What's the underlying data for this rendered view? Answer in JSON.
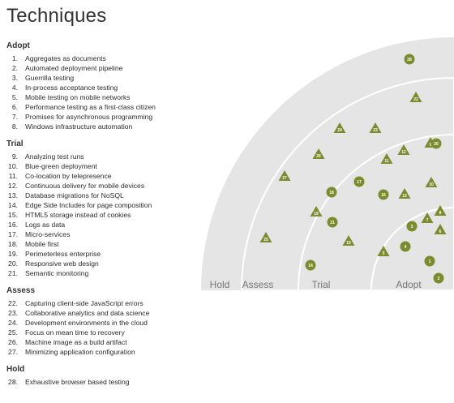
{
  "title": "Techniques",
  "colors": {
    "blip": "#7a8c2e",
    "ring_fill": "#e5e5e5",
    "ring_line": "#ffffff",
    "label": "#777777"
  },
  "sections": [
    {
      "name": "Adopt",
      "items": [
        {
          "num": "1.",
          "label": "Aggregates as documents"
        },
        {
          "num": "2.",
          "label": "Automated deployment pipeline"
        },
        {
          "num": "3.",
          "label": "Guerrilla testing"
        },
        {
          "num": "4.",
          "label": "In-process acceptance testing"
        },
        {
          "num": "5.",
          "label": "Mobile testing on mobile networks"
        },
        {
          "num": "6.",
          "label": "Performance testing as a first-class citizen"
        },
        {
          "num": "7.",
          "label": "Promises for asynchronous programming"
        },
        {
          "num": "8.",
          "label": "Windows infrastructure automation"
        }
      ]
    },
    {
      "name": "Trial",
      "items": [
        {
          "num": "9.",
          "label": "Analyzing test runs"
        },
        {
          "num": "10.",
          "label": "Blue-green deployment"
        },
        {
          "num": "11.",
          "label": "Co-location by telepresence"
        },
        {
          "num": "12.",
          "label": "Continuous delivery for mobile devices"
        },
        {
          "num": "13.",
          "label": "Database migrations for NoSQL"
        },
        {
          "num": "14.",
          "label": "Edge Side Includes for page composition"
        },
        {
          "num": "15.",
          "label": "HTML5 storage instead of cookies"
        },
        {
          "num": "16.",
          "label": "Logs as data"
        },
        {
          "num": "17.",
          "label": "Micro-services"
        },
        {
          "num": "18.",
          "label": "Mobile first"
        },
        {
          "num": "19.",
          "label": "Perimeterless enterprise"
        },
        {
          "num": "20.",
          "label": "Responsive web design"
        },
        {
          "num": "21.",
          "label": "Semantic monitoring"
        }
      ]
    },
    {
      "name": "Assess",
      "items": [
        {
          "num": "22.",
          "label": "Capturing client-side JavaScript errors"
        },
        {
          "num": "23.",
          "label": "Collaborative analytics and data science"
        },
        {
          "num": "24.",
          "label": "Development environments in the cloud"
        },
        {
          "num": "25.",
          "label": "Focus on mean time to recovery"
        },
        {
          "num": "26.",
          "label": "Machine image as a build artifact"
        },
        {
          "num": "27.",
          "label": "Minimizing application configuration"
        }
      ]
    },
    {
      "name": "Hold",
      "items": [
        {
          "num": "28.",
          "label": "Exhaustive browser based testing"
        }
      ]
    }
  ],
  "ring_labels": [
    "Hold",
    "Assess",
    "Trial",
    "Adopt"
  ],
  "blips": [
    {
      "id": "1",
      "shape": "circle"
    },
    {
      "id": "2",
      "shape": "circle"
    },
    {
      "id": "3",
      "shape": "circle"
    },
    {
      "id": "4",
      "shape": "circle"
    },
    {
      "id": "5",
      "shape": "triangle"
    },
    {
      "id": "6",
      "shape": "triangle"
    },
    {
      "id": "7",
      "shape": "triangle"
    },
    {
      "id": "8",
      "shape": "triangle"
    },
    {
      "id": "9",
      "shape": "triangle"
    },
    {
      "id": "10",
      "shape": "triangle"
    },
    {
      "id": "11",
      "shape": "triangle"
    },
    {
      "id": "12",
      "shape": "triangle"
    },
    {
      "id": "13",
      "shape": "triangle"
    },
    {
      "id": "14",
      "shape": "circle"
    },
    {
      "id": "15",
      "shape": "triangle"
    },
    {
      "id": "16",
      "shape": "circle"
    },
    {
      "id": "17",
      "shape": "circle"
    },
    {
      "id": "18",
      "shape": "circle"
    },
    {
      "id": "19",
      "shape": "triangle"
    },
    {
      "id": "20",
      "shape": "circle"
    },
    {
      "id": "21",
      "shape": "circle"
    },
    {
      "id": "22",
      "shape": "triangle"
    },
    {
      "id": "23",
      "shape": "triangle"
    },
    {
      "id": "24",
      "shape": "triangle"
    },
    {
      "id": "25",
      "shape": "triangle"
    },
    {
      "id": "26",
      "shape": "triangle"
    },
    {
      "id": "27",
      "shape": "triangle"
    },
    {
      "id": "28",
      "shape": "circle"
    }
  ]
}
